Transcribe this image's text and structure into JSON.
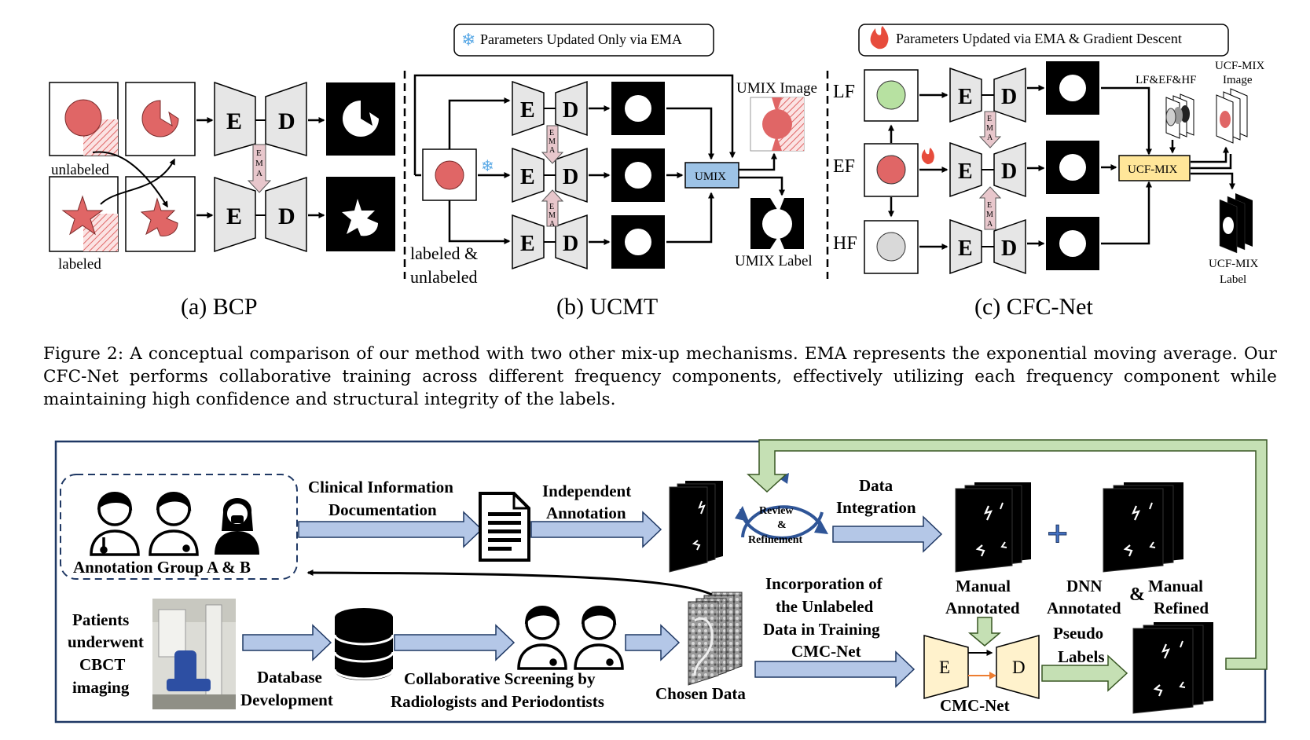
{
  "top_figure": {
    "legend_frozen": "Parameters Updated Only via EMA",
    "legend_trained": "Parameters Updated via EMA & Gradient Descent",
    "bcp": {
      "title": "(a) BCP",
      "unlabeled": "unlabeled",
      "labeled": "labeled",
      "encoder": "E",
      "decoder": "D",
      "ema": [
        "E",
        "M",
        "A"
      ]
    },
    "ucmt": {
      "title": "(b) UCMT",
      "input_line1": "labeled &",
      "input_line2": "unlabeled",
      "umix": "UMIX",
      "umix_image": "UMIX Image",
      "umix_label": "UMIX Label",
      "encoder": "E",
      "decoder": "D",
      "ema": [
        "E",
        "M",
        "A"
      ]
    },
    "cfc": {
      "title": "(c) CFC-Net",
      "lf": "LF",
      "ef": "EF",
      "hf": "HF",
      "ucfmix": "UCF-MIX",
      "lfefhf": "LF&EF&HF",
      "image_line1": "UCF-MIX",
      "image_line2": "Image",
      "label_line1": "UCF-MIX",
      "label_line2": "Label",
      "encoder": "E",
      "decoder": "D",
      "ema": [
        "E",
        "M",
        "A"
      ]
    },
    "caption": "Figure 2: A conceptual comparison of our method with two other mix-up mechanisms. EMA represents the exponential moving average. Our CFC-Net performs collaborative training across different frequency components, effectively utilizing each frequency component while maintaining high confidence and structural integrity of the labels."
  },
  "bottom_figure": {
    "annotation_group": "Annotation Group A & B",
    "clinical_line1": "Clinical Information",
    "clinical_line2": "Documentation",
    "independent_line1": "Independent",
    "independent_line2": "Annotation",
    "review_line1": "Review",
    "review_line2": "&",
    "review_line3": "Refinement",
    "integration_line1": "Data",
    "integration_line2": "Integration",
    "manual_line1": "Manual",
    "manual_line2": "Annotated",
    "plus": "+",
    "dnn_line1": "DNN",
    "dnn_line2": "Annotated",
    "amp": "&",
    "refined_line1": "Manual",
    "refined_line2": "Refined",
    "patients_line1": "Patients",
    "patients_line2": "underwent",
    "patients_line3": "CBCT",
    "patients_line4": "imaging",
    "database_line1": "Database",
    "database_line2": "Development",
    "screening_line1": "Collaborative Screening by",
    "screening_line2": "Radiologists and Periodontists",
    "chosen": "Chosen Data",
    "incorp_line1": "Incorporation of",
    "incorp_line2": "the Unlabeled",
    "incorp_line3": "Data in Training",
    "incorp_line4": "CMC-Net",
    "encoder": "E",
    "decoder": "D",
    "cmcnet": "CMC-Net",
    "pseudo_line1": "Pseudo",
    "pseudo_line2": "Labels"
  },
  "colors": {
    "arrow_blue": "#b4c7e7",
    "arrow_green": "#c5e0b4",
    "umix_box": "#9dc3e6",
    "ucfmix_box": "#ffe699",
    "cmc_box": "#fff2cc",
    "ema_pink": "#e8c7cc",
    "red_shape": "#e06666",
    "lf_green": "#b7e1a1",
    "hf_gray": "#d9d9d9",
    "trapezoid": "#e6e6e6"
  }
}
